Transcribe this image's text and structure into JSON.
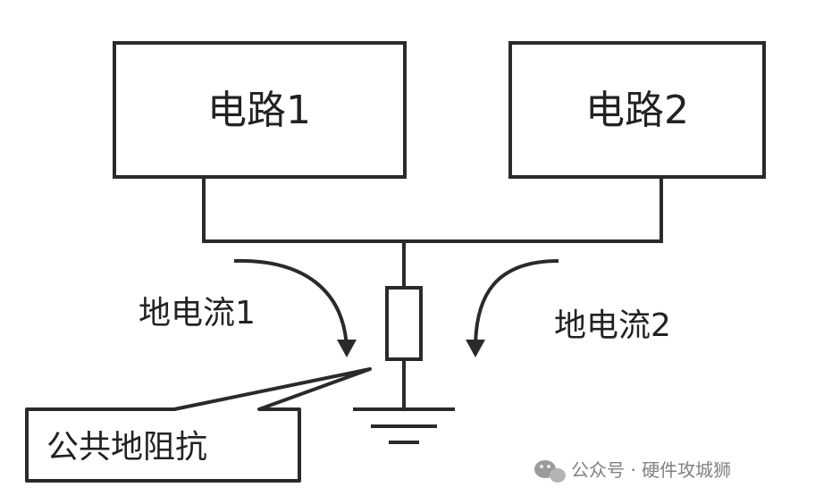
{
  "circuit1": {
    "label": "电路1"
  },
  "circuit2": {
    "label": "电路2"
  },
  "ground_current1": {
    "label": "地电流1"
  },
  "ground_current2": {
    "label": "地电流2"
  },
  "common_impedance": {
    "label": "公共地阻抗"
  },
  "watermark": {
    "text": "公众号 · 硬件攻城狮",
    "icon": "wechat-icon"
  },
  "colors": {
    "line": "#2a2a2a",
    "background": "#ffffff",
    "watermark": "#6b6b6b"
  }
}
